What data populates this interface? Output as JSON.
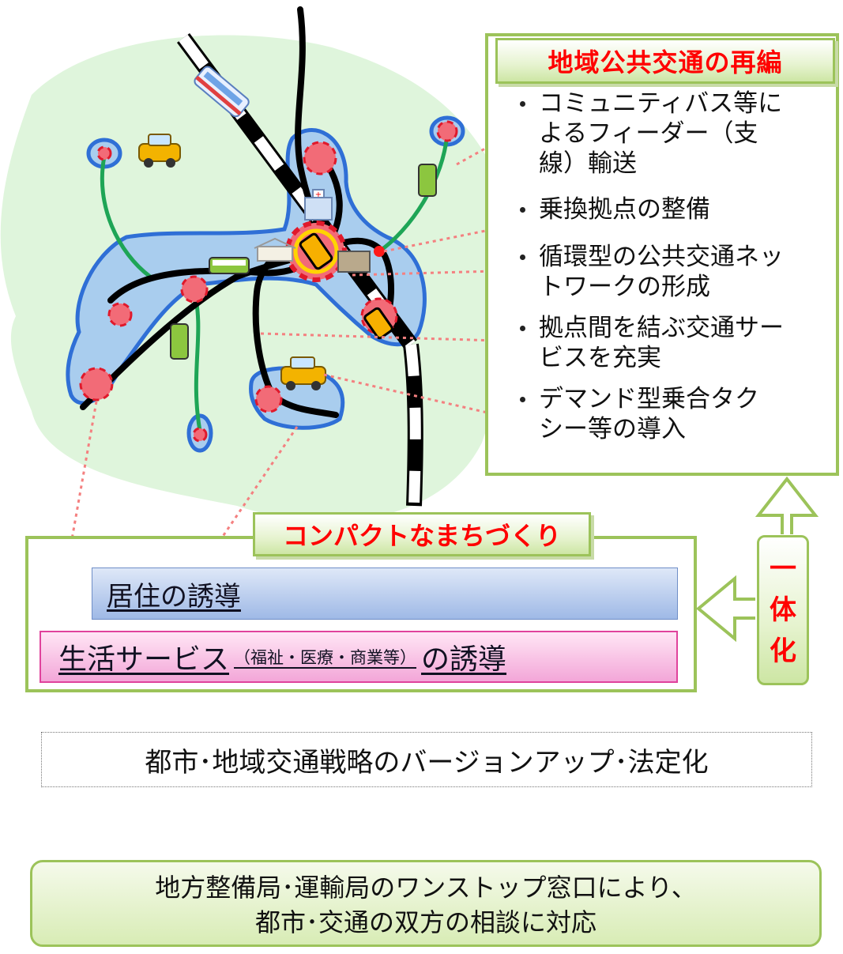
{
  "regional_transit": {
    "title": "地域公共交通の再編",
    "items": [
      {
        "line1": "コミュニティバス等に",
        "line2": "よるフィーダー（支",
        "line3": "線）輸送"
      },
      {
        "line1": "乗換拠点の整備"
      },
      {
        "line1": "循環型の公共交通ネッ",
        "line2": "トワークの形成"
      },
      {
        "line1": "拠点間を結ぶ交通サー",
        "line2": "ビスを充実"
      },
      {
        "line1": "デマンド型乗合タク",
        "line2": "シー等の導入"
      }
    ]
  },
  "compact_city": {
    "title": "コンパクトなまちづくり",
    "residence": "居住の誘導",
    "services_main": "生活サービス",
    "services_paren": "（福祉・医療・商業等）",
    "services_tail": "の誘導"
  },
  "integration": {
    "chars": [
      "一",
      "体",
      "化"
    ]
  },
  "strategy": "都市･地域交通戦略のバージョンアップ･法定化",
  "one_stop": {
    "line1": "地方整備局･運輸局のワンストップ窓口により、",
    "line2": "都市･交通の双方の相談に対応"
  },
  "colors": {
    "accent_red": "#ff0000",
    "frame_green": "#9cc35a",
    "area_blue": "#a9cdee",
    "area_border": "#2f6fd6"
  }
}
